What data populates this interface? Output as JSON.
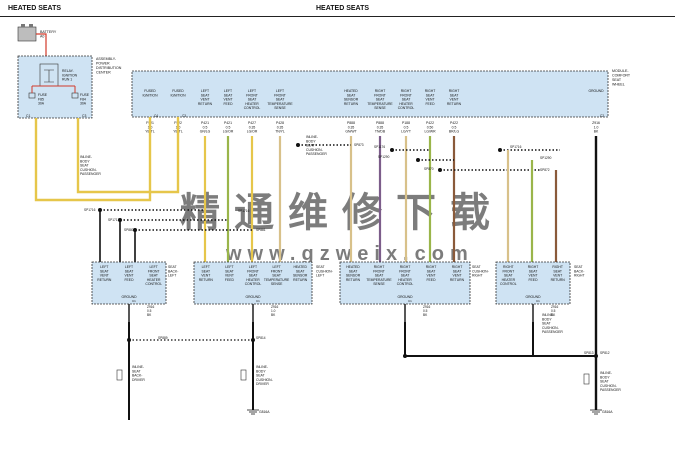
{
  "header": {
    "left_title": "HEATED SEATS",
    "center_title": "HEATED SEATS"
  },
  "watermark": {
    "cn": "精通维修下载",
    "url": "www.gzweix.com"
  },
  "top": {
    "battery": [
      "BATTERY",
      "A0"
    ],
    "pdc_title": [
      "ASSEMBLY-",
      "POWER",
      "DISTRIBUTION",
      "CENTER"
    ],
    "relay": [
      "RELAY-",
      "IGNITION",
      "RUN 1"
    ],
    "fuse_left": [
      "FUSE",
      "F85",
      "30A"
    ],
    "fuse_right": [
      "FUSE",
      "F84",
      "30A"
    ],
    "connector_left": "C1",
    "connector_right": "C3",
    "module": [
      "MODULE-",
      "COMFORT",
      "SEAT",
      "WHEEL"
    ],
    "pin_labels": [
      "FUSED IGNITION",
      "FUSED IGNITION",
      "LEFT SEAT VENT RETURN",
      "LEFT SEAT VENT FEED",
      "LEFT FRONT SEAT HEATER CONTROL",
      "LEFT FRONT SEAT TEMPERATURE SENSE",
      "HEATED SEAT SENSOR RETURN",
      "RIGHT FRONT SEAT TEMPERATURE SENSE",
      "RIGHT FRONT SEAT HEATER CONTROL",
      "RIGHT SEAT VENT FEED",
      "RIGHT SEAT VENT RETURN",
      "GROUND"
    ],
    "pins": [
      "C4",
      "C3",
      "",
      "",
      "",
      "",
      "",
      "",
      "",
      "",
      "",
      "C2"
    ],
    "wires": [
      "F921 1.0 YE/TL",
      "F922 1.0 YE/TL",
      "P421 0.5 GN/LG",
      "P421 0.5 LG/OR",
      "P427 0.35 LG/OR",
      "P428 0.35 TN/YL",
      "P888 0.35 GN/WT",
      "P888 0.35 TN/DB",
      "P188 0.5 LG/YT",
      "P422 0.50 LG/WR",
      "P422 0.5 BR/LG",
      "Z916 1.0 BK"
    ]
  },
  "inline_left": [
    "INLINE-",
    "BODY",
    "SEAT",
    "CUSHION-",
    "PASSENGER"
  ],
  "inline_mid": [
    "INLINE-",
    "BODY",
    "SEAT",
    "CUSHION-",
    "PASSENGER"
  ],
  "splices": [
    "SP1716",
    "SP1713",
    "SP880",
    "SP1716",
    "SP881",
    "SP873",
    "SP1176",
    "SP1290",
    "SP870",
    "SP1716",
    "SP1290",
    "SP872",
    "SP889",
    "SP814",
    "SP813",
    "SP812"
  ],
  "left_module": {
    "pins": [
      "LEFT SEAT VENT RETURN",
      "LEFT SEAT VENT FEED",
      "LEFT FRONT SEAT HEATER CONTROL"
    ],
    "ground": "GROUND",
    "name": [
      "SEAT",
      "BACK-",
      "LEFT"
    ]
  },
  "cushion_left": {
    "pins": [
      "LEFT SEAT VENT RETURN",
      "LEFT SEAT VENT FEED",
      "LEFT FRONT SEAT HEATER CONTROL",
      "LEFT FRONT SEAT TEMPERATURE SENSE",
      "HEATED SEAT SENSOR RETURN"
    ],
    "ground": "GROUND",
    "name": [
      "SEAT",
      "CUSHION-",
      "LEFT"
    ]
  },
  "cushion_right": {
    "pins": [
      "HEATED SEAT SENSOR RETURN",
      "RIGHT FRONT SEAT TEMPERATURE SENSE",
      "RIGHT FRONT SEAT HEATER CONTROL",
      "RIGHT SEAT VENT FEED",
      "RIGHT SEAT VENT RETURN"
    ],
    "ground": "GROUND",
    "name": [
      "SEAT",
      "CUSHION-",
      "RIGHT"
    ]
  },
  "right_module": {
    "pins": [
      "RIGHT FRONT SEAT HEATER CONTROL",
      "RIGHT SEAT VENT FEED",
      "RIGHT SEAT VENT RETURN"
    ],
    "ground": "GROUND",
    "name": [
      "SEAT",
      "BACK-",
      "RIGHT"
    ]
  },
  "ground_wires": [
    "Z916 0.5 BK",
    "Z916 1.0 BK",
    "Z916 0.5 BK",
    "Z916 0.5 BK"
  ],
  "inline_bottom": [
    [
      "INLINE-",
      "SEAT",
      "BACK-",
      "DRIVER"
    ],
    [
      "INLINE-",
      "BODY",
      "SEAT",
      "CUSHION-",
      "DRIVER"
    ],
    [
      "INLINE-",
      "BODY",
      "SEAT",
      "CUSHION-",
      "PASSENGER"
    ],
    [
      "INLINE-",
      "BODY",
      "SEAT",
      "CUSHION-",
      "PASSENGER"
    ]
  ],
  "grounds": [
    "G816A",
    "G816A"
  ],
  "colors": {
    "module_fill": "#cfe3f3",
    "module_stroke": "#333333",
    "wire_yellow": "#e6c64a",
    "wire_tan": "#d8c18a",
    "wire_green": "#9ab54a",
    "wire_purple": "#7c5d8a",
    "wire_brown": "#8a5a3a",
    "wire_black": "#111111",
    "wire_red": "#d23a2a",
    "watermark": "#c9a45c"
  }
}
